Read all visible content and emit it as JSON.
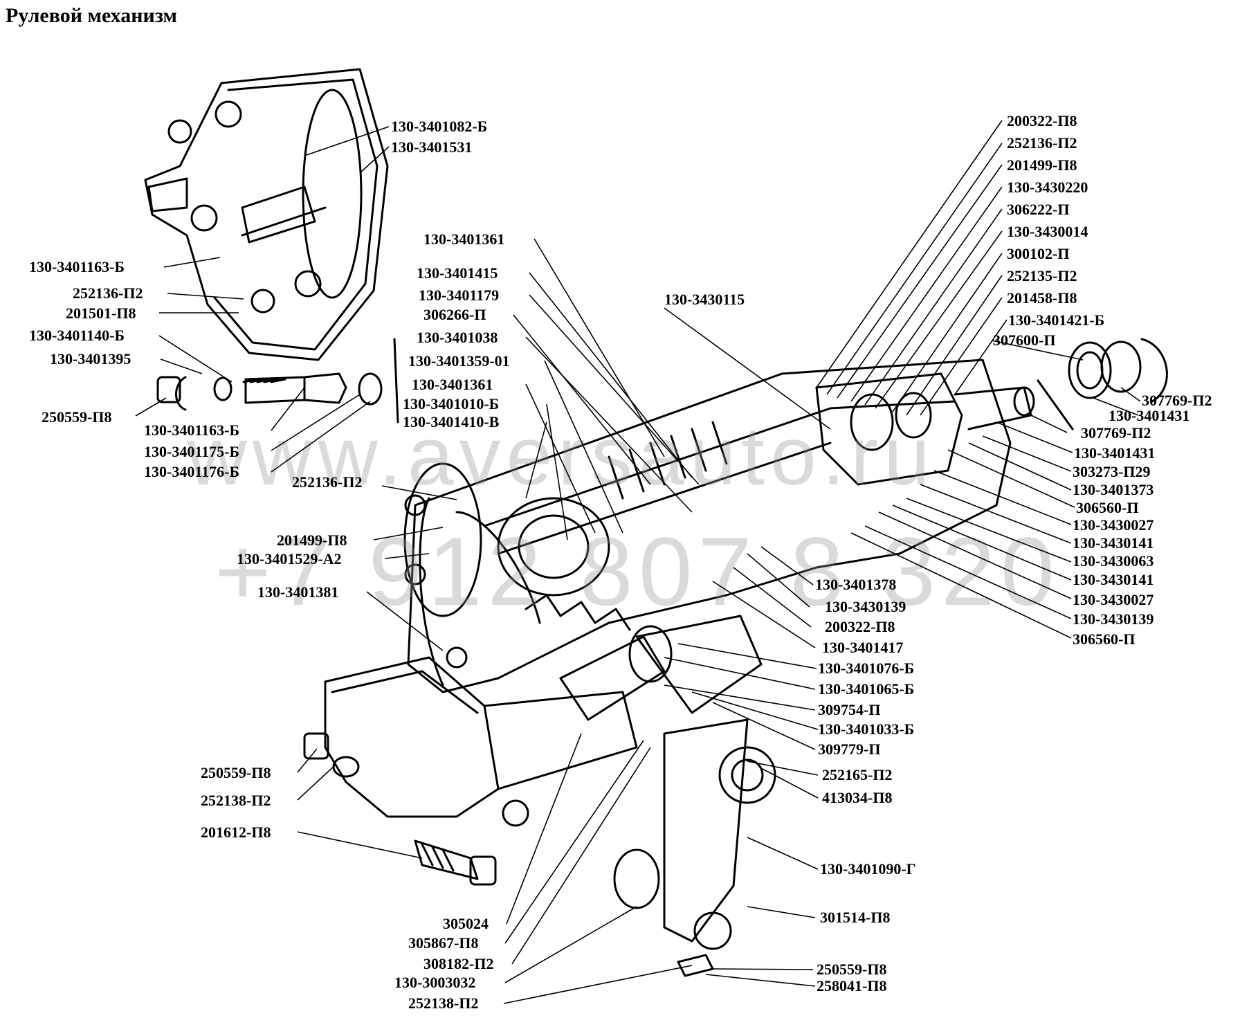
{
  "title": "Рулевой механизм",
  "watermark": {
    "site": "www.aversauto.ru",
    "phone": "+7 912 807 8 320"
  },
  "labels": {
    "l_130_3401082_b": "130-3401082-Б",
    "l_130_3401531": "130-3401531",
    "l_130_3401163_b_a": "130-3401163-Б",
    "l_252136_p2_a": "252136-П2",
    "l_201501_p8": "201501-П8",
    "l_130_3401140_b": "130-3401140-Б",
    "l_130_3401395": "130-3401395",
    "l_250559_p8_a": "250559-П8",
    "l_130_3401163_b_b": "130-3401163-Б",
    "l_130_3401175_b": "130-3401175-Б",
    "l_130_3401176_b": "130-3401176-Б",
    "l_252136_p2_b": "252136-П2",
    "l_201499_p8_a": "201499-П8",
    "l_130_3401529_a2": "130-3401529-А2",
    "l_130_3401381": "130-3401381",
    "l_250559_p8_b": "250559-П8",
    "l_252138_p2_a": "252138-П2",
    "l_201612_p8": "201612-П8",
    "l_130_3401361_a": "130-3401361",
    "l_130_3401415": "130-3401415",
    "l_130_3401179": "130-3401179",
    "l_306266_p": "306266-П",
    "l_130_3401038": "130-3401038",
    "l_130_3401359_01": "130-3401359-01",
    "l_130_3401361_b": "130-3401361",
    "l_130_3401010_b": "130-3401010-Б",
    "l_130_3401410_v": "130-3401410-В",
    "l_130_3430115": "130-3430115",
    "l_200322_p8_a": "200322-П8",
    "l_252136_p2_c": "252136-П2",
    "l_201499_p8_b": "201499-П8",
    "l_130_3430220": "130-3430220",
    "l_306222_p": "306222-П",
    "l_130_3430014": "130-3430014",
    "l_300102_p": "300102-П",
    "l_252135_p2": "252135-П2",
    "l_201458_p8": "201458-П8",
    "l_130_3401421_b": "130-3401421-Б",
    "l_307600_p": "307600-П",
    "l_307769_p2_a": "307769-П2",
    "l_130_3401431_a": "130-3401431",
    "l_307769_p2_b": "307769-П2",
    "l_130_3401431_b": "130-3401431",
    "l_303273_p29": "303273-П29",
    "l_130_3401373": "130-3401373",
    "l_306560_p_a": "306560-П",
    "l_130_3430027_a": "130-3430027",
    "l_130_3430141_a": "130-3430141",
    "l_130_3430063": "130-3430063",
    "l_130_3430141_b": "130-3430141",
    "l_130_3430027_b": "130-3430027",
    "l_130_3430139_a": "130-3430139",
    "l_306560_p_b": "306560-П",
    "l_130_3401378": "130-3401378",
    "l_130_3430139_b": "130-3430139",
    "l_200322_p8_b": "200322-П8",
    "l_130_3401417": "130-3401417",
    "l_130_3401076_b": "130-3401076-Б",
    "l_130_3401065_b": "130-3401065-Б",
    "l_309754_p": "309754-П",
    "l_130_3401033_b": "130-3401033-Б",
    "l_309779_p": "309779-П",
    "l_252165_p2": "252165-П2",
    "l_413034_p8": "413034-П8",
    "l_130_3401090_g": "130-3401090-Г",
    "l_301514_p8": "301514-П8",
    "l_250559_p8_c": "250559-П8",
    "l_258041_p8": "258041-П8",
    "l_305024": "305024",
    "l_305867_p8": "305867-П8",
    "l_308182_p2": "308182-П2",
    "l_130_3003032": "130-3003032",
    "l_252138_p2_b": "252138-П2"
  }
}
